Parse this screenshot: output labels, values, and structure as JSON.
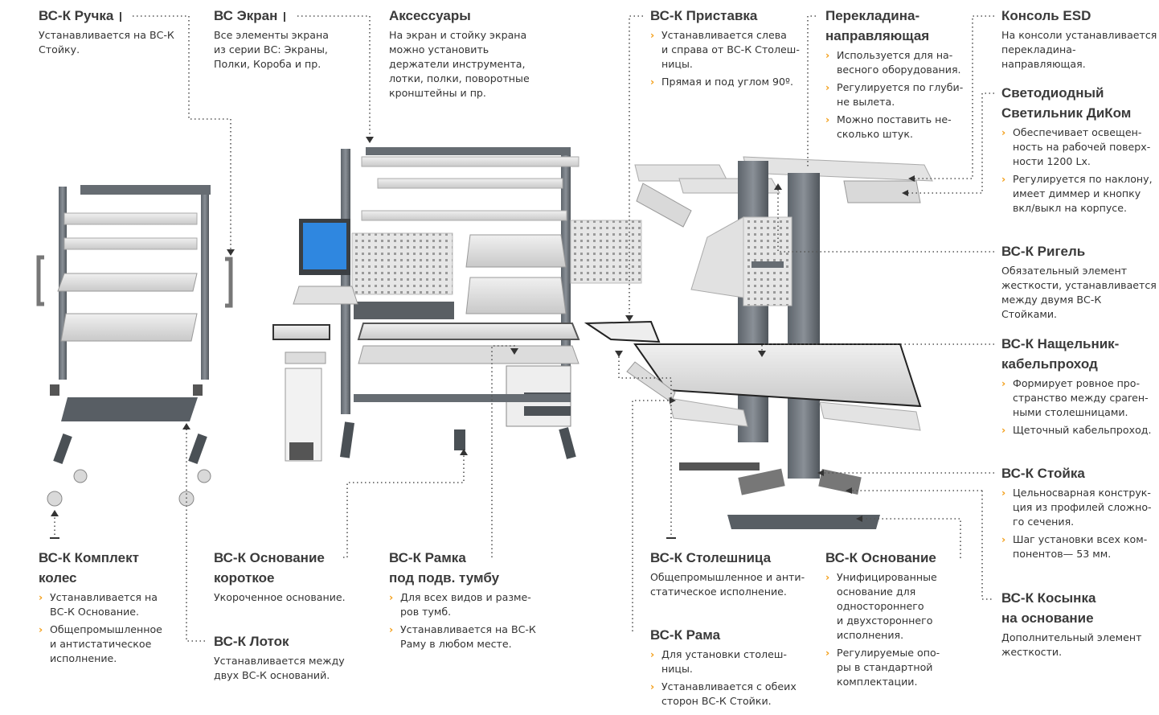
{
  "accent_color": "#f39c12",
  "labels": {
    "ruchka": {
      "title": "ВС-К Ручка",
      "desc": "Устанавливается на ВС-К\nСтойку."
    },
    "ekran": {
      "title": "ВС Экран",
      "desc": "Все элементы экрана\nиз серии ВС: Экраны,\nПолки, Короба и пр."
    },
    "aksessuary": {
      "title": "Аксессуары",
      "desc": "На экран и стойку экрана\nможно установить\nдержатели инструмента,\nлотки, полки, поворотные\nкронштейны и пр."
    },
    "pristavka": {
      "title": "ВС-К Приставка",
      "bullets": [
        "Устанавливается слева\nи справа от ВС-К Столеш-\nницы.",
        "Прямая и под углом 90º."
      ]
    },
    "perekladina": {
      "title": "Перекладина-\nнаправляющая",
      "bullets": [
        "Используется для на-\nвесного оборудования.",
        "Регулируется по глуби-\nне вылета.",
        "Можно поставить не-\nсколько штук."
      ]
    },
    "konsol": {
      "title": "Консоль ESD",
      "desc": "На консоли устанавливается\nперекладина-направляющая."
    },
    "svetilnik": {
      "title": "Светодиодный\nСветильник ДиКом",
      "bullets": [
        "Обеспечивает освещен-\nность на рабочей поверх-\nности 1200 Lx.",
        "Регулируется по наклону,\nимеет  диммер и кнопку\nвкл/выкл на корпусе."
      ]
    },
    "rigel": {
      "title": "ВС-К Ригель",
      "desc": "Обязательный элемент\nжесткости, устанавливается\nмежду двумя ВС-К Стойками."
    },
    "nashchelnik": {
      "title": "ВС-К Нащельник-\nкабельпроход",
      "bullets": [
        "Формирует ровное про-\nстранство между сparен-\nными столешницами.",
        "Щеточный кабельпроход."
      ]
    },
    "stoyka": {
      "title": "ВС-К Стойка",
      "bullets": [
        "Цельносварная конструк-\nция из профилей сложно-\nго сечения.",
        "Шаг установки всех ком-\nпонентов— 53 мм."
      ]
    },
    "kosynka": {
      "title": "ВС-К Косынка\nна основание",
      "desc": "Дополнительный элемент\nжесткости."
    },
    "kolesa": {
      "title": "ВС-К Комплект\nколес",
      "bullets": [
        "Устанавливается на\nВС-К Основание.",
        "Общепромышленное\nи антистатическое\nисполнение."
      ]
    },
    "osnovanie_korotkoe": {
      "title": "ВС-К Основание\nкороткое",
      "desc": "Укороченное основание."
    },
    "lotok": {
      "title": "ВС-К Лоток",
      "desc": "Устанавливается между\nдвух ВС-К оснований."
    },
    "ramka": {
      "title": "ВС-К Рамка\nпод подв. тумбу",
      "bullets": [
        "Для всех видов и разме-\nров тумб.",
        "Устанавливается на ВС-К\nРаму в любом месте."
      ]
    },
    "stoleshnitsa": {
      "title": "ВС-К Столешница",
      "desc": "Общепромышленное и анти-\nстатическое исполнение."
    },
    "osnovanie": {
      "title": "ВС-К Основание",
      "bullets": [
        "Унифицированные\nоснование для\nодностороннего\nи двухстороннего\nисполнения.",
        "Регулируемые опо-\nры в стандартной\nкомплектации."
      ]
    },
    "rama": {
      "title": "ВС-К Рама",
      "bullets": [
        "Для установки столеш-\nницы.",
        "Устанавливается с обеих\nсторон ВС-К Стойки."
      ]
    }
  }
}
